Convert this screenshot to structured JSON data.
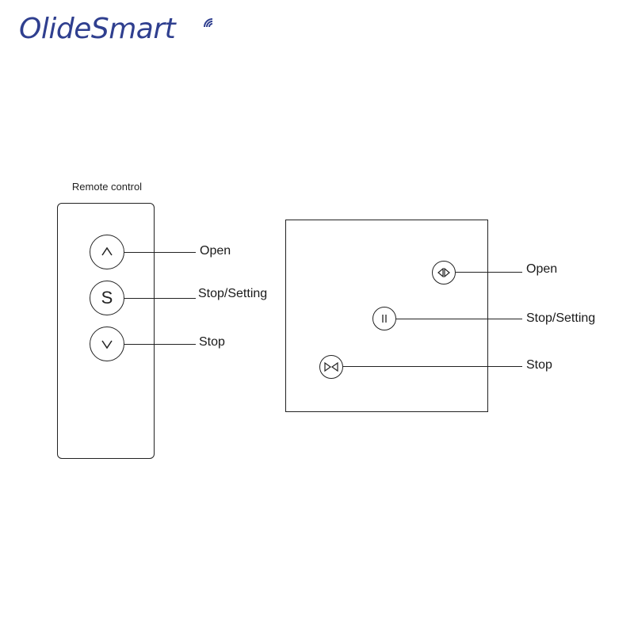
{
  "logo": {
    "text": "OlideSmart",
    "icon": "wifi-signal-icon",
    "color": "#2f3f8f"
  },
  "remote": {
    "title": "Remote control",
    "buttons": [
      {
        "id": "up",
        "icon": "chevron-up-icon",
        "label": "Open"
      },
      {
        "id": "s",
        "glyph": "S",
        "label": "Stop/Setting"
      },
      {
        "id": "down",
        "icon": "chevron-down-icon",
        "label": "Stop"
      }
    ]
  },
  "panel": {
    "buttons": [
      {
        "id": "open",
        "icon": "open-curtain-icon",
        "label": "Open"
      },
      {
        "id": "pause",
        "icon": "pause-icon",
        "label": "Stop/Setting"
      },
      {
        "id": "close",
        "icon": "close-curtain-icon",
        "label": "Stop"
      }
    ]
  },
  "colors": {
    "line": "#222222",
    "text": "#1a1a1a",
    "brand": "#2f3f8f"
  }
}
